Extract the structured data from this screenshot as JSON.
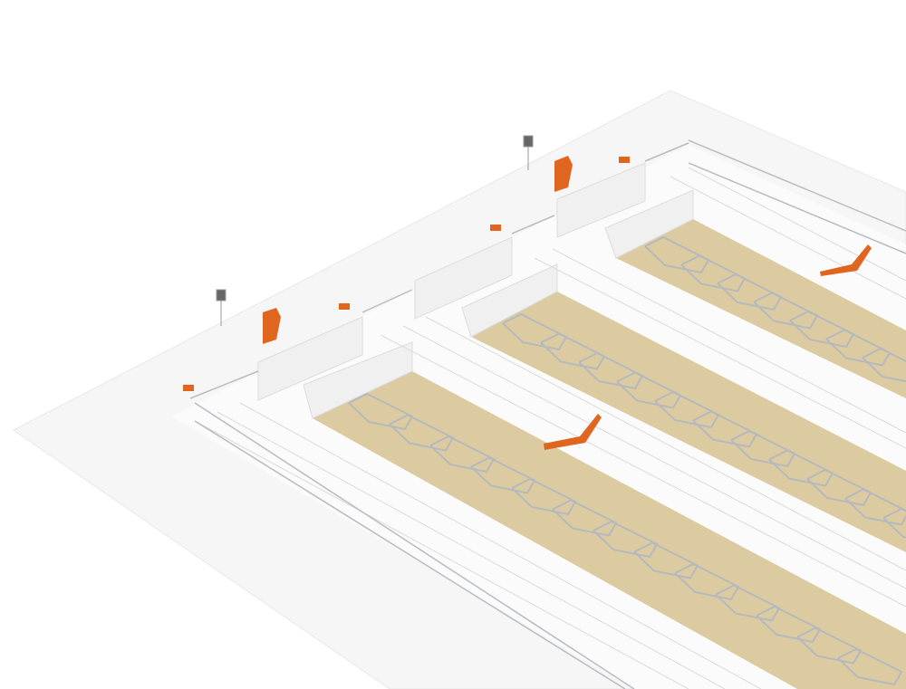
{
  "scene": {
    "subject": "barn-stall-layout-render",
    "colors": {
      "background": "#ffffff",
      "platform": "#f7f7f7",
      "platform_edge": "#e6e6e6",
      "sand_bed": "#dccba0",
      "wall": "#f2f2f2",
      "rail": "#b8bcc0",
      "robot": "#e0661f"
    },
    "stall_rows": 3,
    "robots": 4
  }
}
